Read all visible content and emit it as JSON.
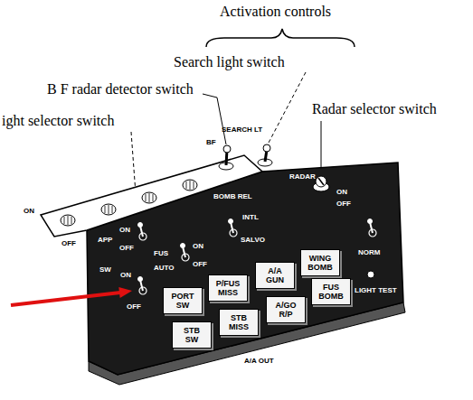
{
  "diagram": {
    "nodes": [
      {
        "text": [
          "PORT SW"
        ]
      },
      {
        "text": [
          "P/FUS MISS"
        ]
      },
      {
        "text": [
          "A/A GUN"
        ]
      },
      {
        "text": [
          "WING BOMB"
        ]
      },
      {
        "text": [
          "STB SW"
        ]
      },
      {
        "text": [
          "STB MISS"
        ]
      },
      {
        "text": [
          "A/GO R/P"
        ]
      },
      {
        "text": [
          "FUS BOMB"
        ]
      }
    ],
    "labels": [
      "Activation controls",
      "Search light switch",
      "B F radar detector switch",
      "ight selector switch",
      "Radar selector switch",
      "ON",
      "OFF",
      "BF",
      "SEARCH LT",
      "APP",
      "ON",
      "OFF",
      "SW",
      "ON",
      "OFF",
      "FUS",
      "ON",
      "OFF",
      "AUTO",
      "BOMB REL",
      "INTL",
      "SALVO",
      "RADAR",
      "ON",
      "OFF",
      "NORM",
      "LIGHT TEST",
      "A/A OUT"
    ]
  }
}
